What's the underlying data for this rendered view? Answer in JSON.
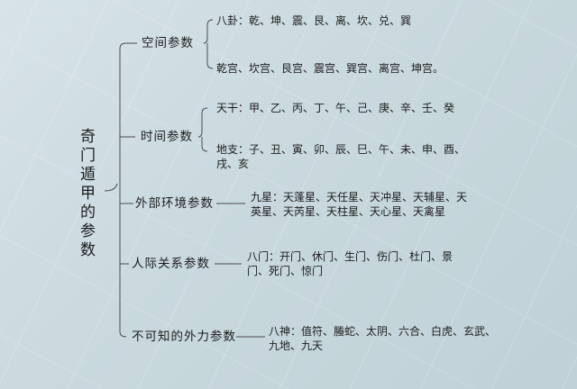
{
  "root": "奇门遁甲的参数",
  "branches": [
    {
      "label": "空间参数",
      "details": [
        "八卦：乾、坤、震、艮、离、坎、兑、巽",
        "乾宫、坎宫、艮宫、震宫、巽宫、离宫、坤宫。"
      ]
    },
    {
      "label": "时间参数",
      "details": [
        "天干：甲、乙、丙、丁、午、己、庚、辛、壬、癸",
        "地支：子、丑、寅、卯、辰、巳、午、未、申、酉、戌、亥"
      ]
    },
    {
      "label": "外部环境参数",
      "details": [
        "九星：天蓬星、天任星、天冲星、天辅星、天英星、天芮星、天柱星、天心星、天禽星"
      ]
    },
    {
      "label": "人际关系参数",
      "details": [
        "八门：开门、休门、生门、伤门、杜门、景门、死门、惊门"
      ]
    },
    {
      "label": "不可知的外力参数",
      "details": [
        "八神：值符、螣蛇、太阴、六合、白虎、玄武、九地、九天"
      ]
    }
  ],
  "colors": {
    "line": "#4a4a4a",
    "text": "#1c1c1c",
    "background": "#cfdde2"
  }
}
